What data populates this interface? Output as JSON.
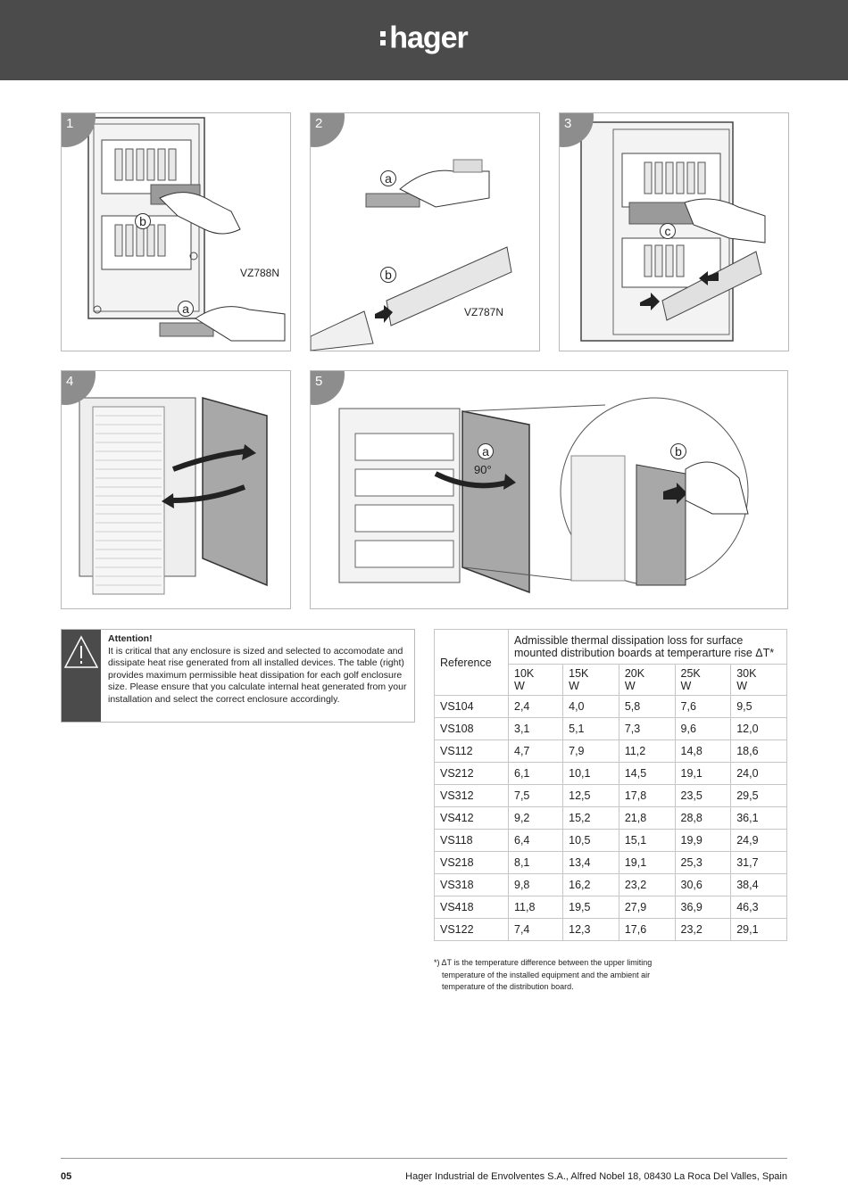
{
  "header": {
    "logo_text": "hager"
  },
  "panels": [
    {
      "number": "1",
      "labels": [
        "b",
        "a"
      ],
      "part_code": "VZ788N"
    },
    {
      "number": "2",
      "labels": [
        "a",
        "b"
      ],
      "part_code": "VZ787N"
    },
    {
      "number": "3",
      "labels": [
        "c"
      ]
    },
    {
      "number": "4"
    },
    {
      "number": "5",
      "labels": [
        "a",
        "b"
      ],
      "angle": "90°"
    }
  ],
  "attention": {
    "title": "Attention!",
    "body": "It is critical that any enclosure is sized and selected to accomodate and dissipate heat rise generated from all installed devices. The table (right) provides maximum permissible heat dissipation for each golf enclosure size. Please ensure that you calculate internal heat generated from your installation and select the correct enclosure accordingly."
  },
  "table": {
    "reference_header": "Reference",
    "group_header": "Admissible thermal dissipation loss for surface mounted distribution boards at temperarture rise ΔT*",
    "columns": [
      {
        "temp": "10K",
        "unit": "W"
      },
      {
        "temp": "15K",
        "unit": "W"
      },
      {
        "temp": "20K",
        "unit": "W"
      },
      {
        "temp": "25K",
        "unit": "W"
      },
      {
        "temp": "30K",
        "unit": "W"
      }
    ],
    "rows": [
      {
        "ref": "VS104",
        "values": [
          "2,4",
          "4,0",
          "5,8",
          "7,6",
          "9,5"
        ]
      },
      {
        "ref": "VS108",
        "values": [
          "3,1",
          "5,1",
          "7,3",
          "9,6",
          "12,0"
        ]
      },
      {
        "ref": "VS112",
        "values": [
          "4,7",
          "7,9",
          "11,2",
          "14,8",
          "18,6"
        ]
      },
      {
        "ref": "VS212",
        "values": [
          "6,1",
          "10,1",
          "14,5",
          "19,1",
          "24,0"
        ]
      },
      {
        "ref": "VS312",
        "values": [
          "7,5",
          "12,5",
          "17,8",
          "23,5",
          "29,5"
        ]
      },
      {
        "ref": "VS412",
        "values": [
          "9,2",
          "15,2",
          "21,8",
          "28,8",
          "36,1"
        ]
      },
      {
        "ref": "VS118",
        "values": [
          "6,4",
          "10,5",
          "15,1",
          "19,9",
          "24,9"
        ]
      },
      {
        "ref": "VS218",
        "values": [
          "8,1",
          "13,4",
          "19,1",
          "25,3",
          "31,7"
        ]
      },
      {
        "ref": "VS318",
        "values": [
          "9,8",
          "16,2",
          "23,2",
          "30,6",
          "38,4"
        ]
      },
      {
        "ref": "VS418",
        "values": [
          "11,8",
          "19,5",
          "27,9",
          "36,9",
          "46,3"
        ]
      },
      {
        "ref": "VS122",
        "values": [
          "7,4",
          "12,3",
          "17,6",
          "23,2",
          "29,1"
        ]
      }
    ]
  },
  "footnote": {
    "line1": "*) ΔT is the temperature difference between the upper limiting",
    "line2": "temperature of the installed equipment and the ambient air",
    "line3": "temperature of the distribution board."
  },
  "footer": {
    "page_number": "05",
    "company": "Hager Industrial de Envolventes S.A., Alfred Nobel 18, 08430 La Roca Del Valles, Spain"
  }
}
